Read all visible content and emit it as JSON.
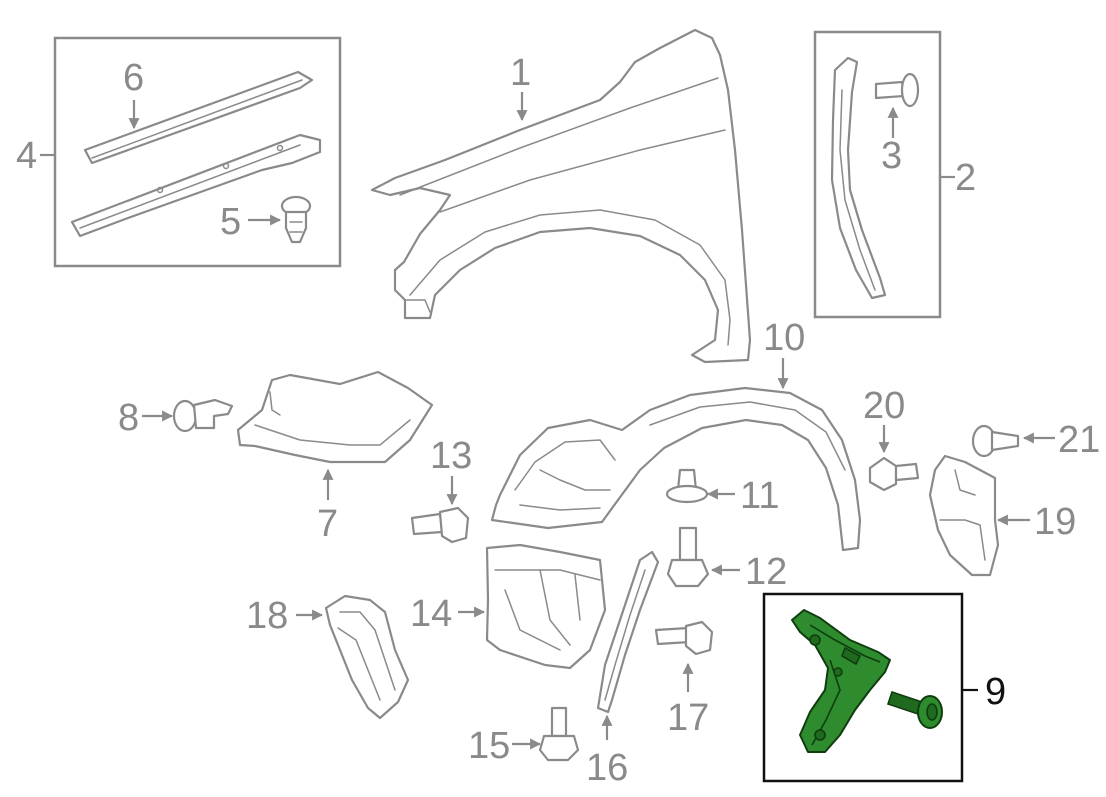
{
  "diagram": {
    "highlight_color": "#2e8b2e",
    "line_color": "#8a8a8a",
    "callouts": [
      {
        "id": "1",
        "label": "1"
      },
      {
        "id": "2",
        "label": "2"
      },
      {
        "id": "3",
        "label": "3"
      },
      {
        "id": "4",
        "label": "4"
      },
      {
        "id": "5",
        "label": "5"
      },
      {
        "id": "6",
        "label": "6"
      },
      {
        "id": "7",
        "label": "7"
      },
      {
        "id": "8",
        "label": "8"
      },
      {
        "id": "9",
        "label": "9"
      },
      {
        "id": "10",
        "label": "10"
      },
      {
        "id": "11",
        "label": "11"
      },
      {
        "id": "12",
        "label": "12"
      },
      {
        "id": "13",
        "label": "13"
      },
      {
        "id": "14",
        "label": "14"
      },
      {
        "id": "15",
        "label": "15"
      },
      {
        "id": "16",
        "label": "16"
      },
      {
        "id": "17",
        "label": "17"
      },
      {
        "id": "18",
        "label": "18"
      },
      {
        "id": "19",
        "label": "19"
      },
      {
        "id": "20",
        "label": "20"
      },
      {
        "id": "21",
        "label": "21"
      }
    ]
  }
}
